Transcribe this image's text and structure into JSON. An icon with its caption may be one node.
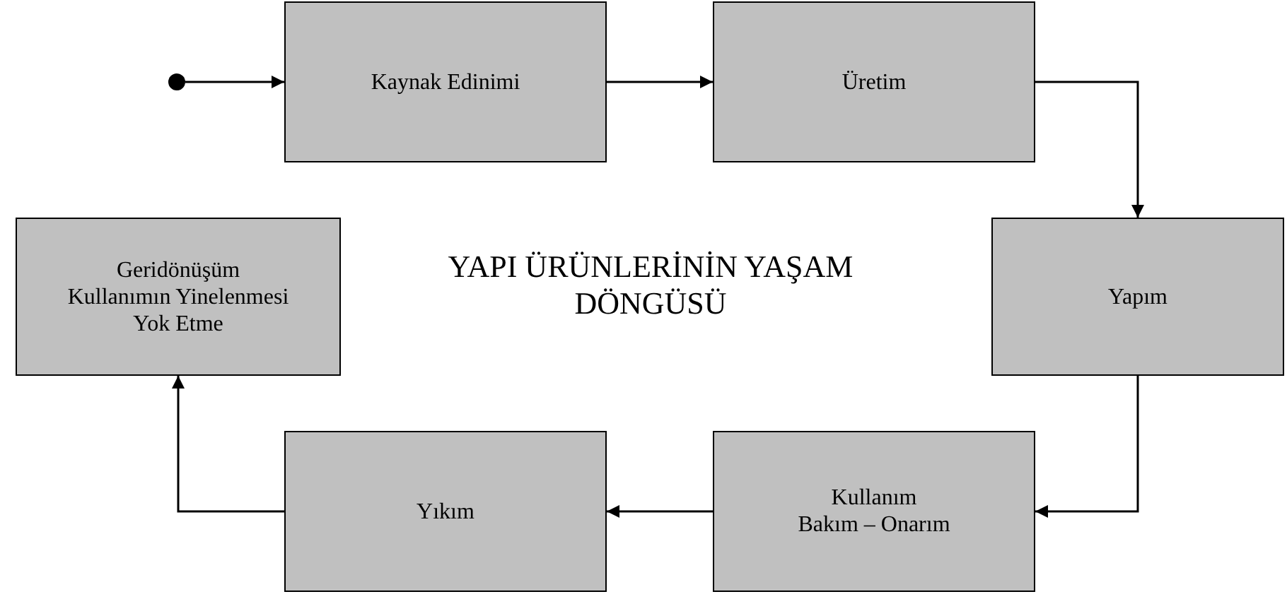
{
  "diagram": {
    "title": "YAPI ÜRÜNLERİNİN YAŞAM DÖNGÜSÜ",
    "nodes": [
      {
        "text": [],
        "shape": "circle"
      },
      {
        "text": [
          "Kaynak Edinimi"
        ]
      },
      {
        "text": [
          "Üretim"
        ]
      },
      {
        "text": [
          "Yapım"
        ]
      },
      {
        "text": [
          "Kullanım",
          "Bakım – Onarım"
        ]
      },
      {
        "text": [
          "Yıkım"
        ]
      },
      {
        "text": [
          "Geridönüşüm",
          "Kullanımın Yinelenmesi",
          "Yok Etme"
        ]
      }
    ],
    "edges": [
      {
        "from": 0,
        "to": 1,
        "arrow": "to"
      },
      {
        "from": 1,
        "to": 2,
        "arrow": "to"
      },
      {
        "from": 2,
        "to": 3,
        "arrow": "to"
      },
      {
        "from": 3,
        "to": 4,
        "arrow": "to"
      },
      {
        "from": 4,
        "to": 5,
        "arrow": "to"
      },
      {
        "from": 5,
        "to": 6,
        "arrow": "to"
      }
    ]
  }
}
